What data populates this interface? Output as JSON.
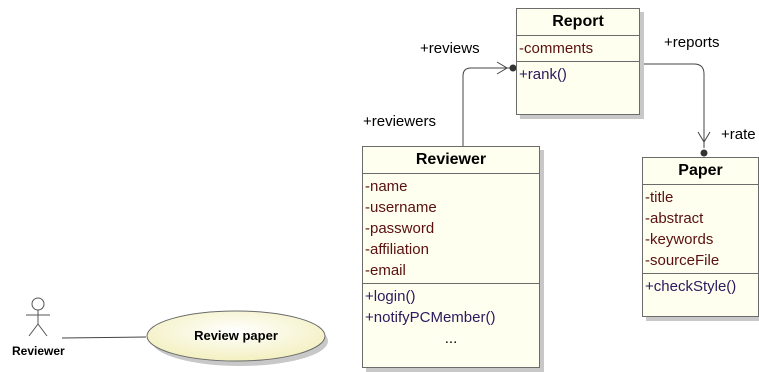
{
  "classes": {
    "report": {
      "name": "Report",
      "attributes": [
        "-comments"
      ],
      "operations": [
        "+rank()"
      ]
    },
    "reviewer": {
      "name": "Reviewer",
      "attributes": [
        "-name",
        "-username",
        "-password",
        "-affiliation",
        "-email"
      ],
      "operations": [
        "+login()",
        "+notifyPCMember()",
        "..."
      ]
    },
    "paper": {
      "name": "Paper",
      "attributes": [
        "-title",
        "-abstract",
        "-keywords",
        "-sourceFile"
      ],
      "operations": [
        "+checkStyle()"
      ]
    }
  },
  "associations": {
    "reviews_label": "+reviews",
    "reviewers_label": "+reviewers",
    "reports_label": "+reports",
    "rated_label": "+rate"
  },
  "actor": {
    "name": "Reviewer"
  },
  "use_case": {
    "name": "Review paper"
  },
  "colors": {
    "class_fill": "#fffff0",
    "usecase_fill": "#ffffe0",
    "border": "#6b6b6b"
  }
}
